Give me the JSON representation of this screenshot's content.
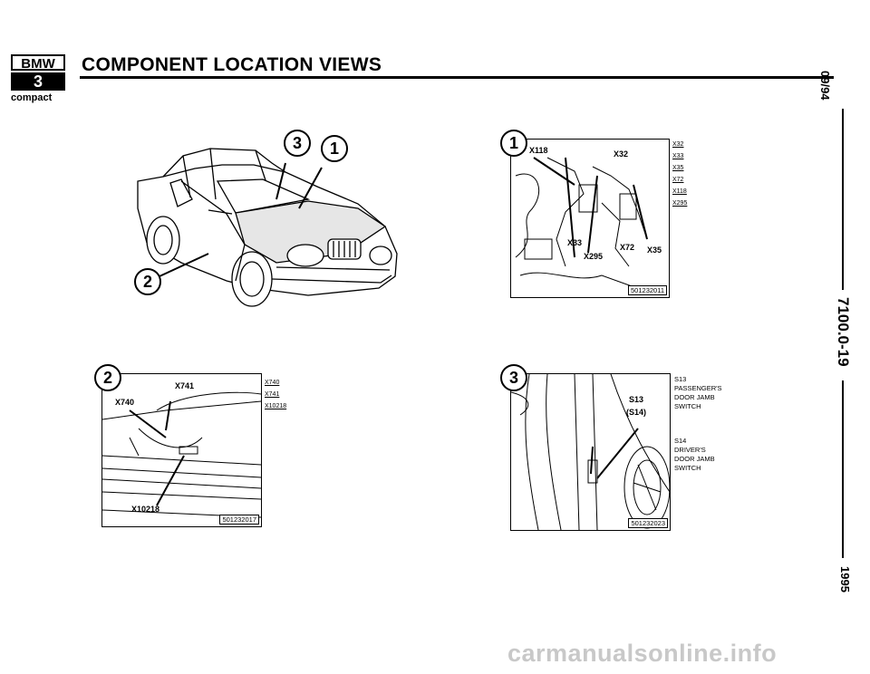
{
  "header": {
    "logo_top": "BMW",
    "logo_bottom": "3",
    "logo_sub": "compact",
    "title": "COMPONENT LOCATION VIEWS"
  },
  "sidebar": {
    "date": "09/94",
    "page_code": "7100.0-19",
    "year": "1995"
  },
  "car_view": {
    "callouts": [
      "3",
      "1",
      "2"
    ]
  },
  "panel1": {
    "number": "1",
    "labels": [
      "X118",
      "X32",
      "X33",
      "X72",
      "X35",
      "X295"
    ],
    "legend": [
      "X32",
      "X33",
      "X35",
      "X72",
      "X118",
      "X295"
    ],
    "code": "501232011"
  },
  "panel2": {
    "number": "2",
    "labels": [
      "X741",
      "X740",
      "X10218"
    ],
    "legend": [
      "X740",
      "X741",
      "X10218"
    ],
    "code": "501232017"
  },
  "panel3": {
    "number": "3",
    "labels": [
      "S13",
      "(S14)"
    ],
    "desc1": [
      "S13",
      "PASSENGER'S",
      "DOOR JAMB",
      "SWITCH"
    ],
    "desc2": [
      "S14",
      "DRIVER'S",
      "DOOR JAMB",
      "SWITCH"
    ],
    "code": "501232023"
  },
  "footer": {
    "watermark": "carmanualsonline.info"
  }
}
